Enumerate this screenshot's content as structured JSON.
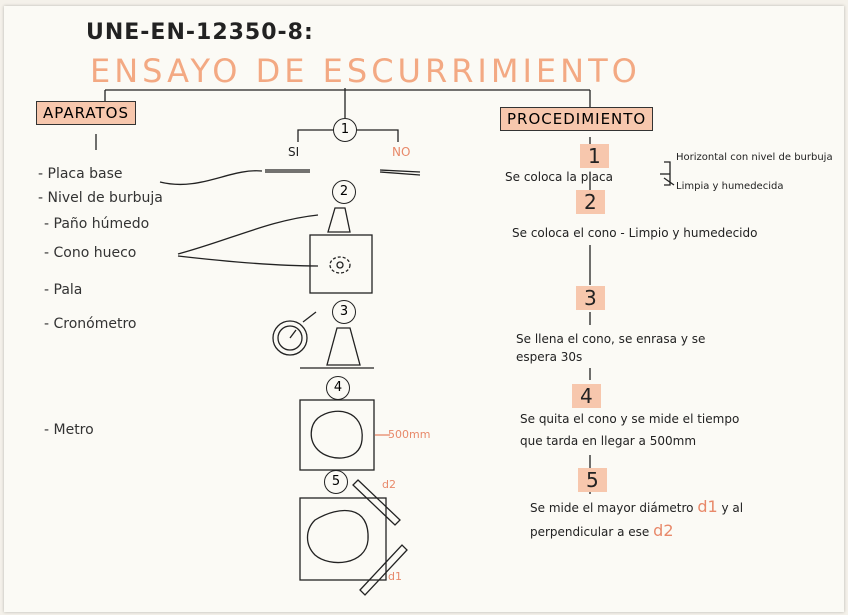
{
  "title": "UNE-EN-12350-8:",
  "subtitle": "ENSAYO DE ESCURRIMIENTO",
  "aparatos": {
    "heading": "APARATOS",
    "items": [
      "- Placa base",
      "- Nivel de burbuja",
      "- Paño húmedo",
      "- Cono hueco",
      "- Pala",
      "- Cronómetro",
      "- Metro"
    ]
  },
  "decision": {
    "number": "1",
    "si": "SI",
    "no": "NO"
  },
  "drawing_steps": [
    "2",
    "3",
    "4",
    "5"
  ],
  "drawing_labels": {
    "measure": "500mm",
    "d1": "d1",
    "d2": "d2"
  },
  "procedimiento": {
    "heading": "PROCEDIMIENTO",
    "steps": [
      {
        "num": "1",
        "text": "Se coloca la placa"
      },
      {
        "num": "2",
        "text": "Se coloca el cono - Limpio y humedecido"
      },
      {
        "num": "3",
        "text_lines": [
          "Se llena el cono, se enrasa y se",
          "espera 30s"
        ]
      },
      {
        "num": "4",
        "text_lines": [
          "Se quita el cono y se mide el tiempo",
          "que tarda en llegar a 500mm"
        ]
      },
      {
        "num": "5",
        "text_prefix": "Se mide el mayor diámetro",
        "d1": "d1",
        "text_mid": "y al",
        "text_line2": "perpendicular a ese",
        "d2": "d2"
      }
    ],
    "placa_options": [
      "Horizontal con nivel de burbuja",
      "Limpia y humedecida"
    ]
  }
}
